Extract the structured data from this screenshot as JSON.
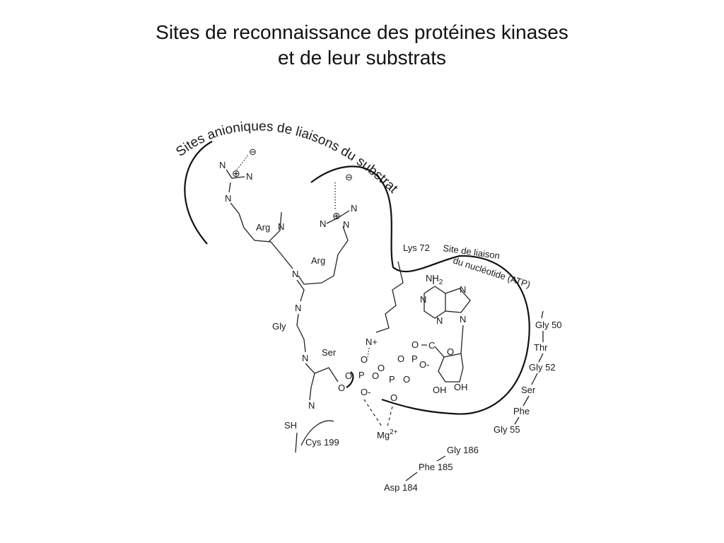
{
  "title": {
    "line1": "Sites de reconnaissance des protéines kinases",
    "line2": "et de leur substrats"
  },
  "arc_label": "Sites anioniques de  liaisons du substrat",
  "residues": {
    "lys72": "Lys 72",
    "arg_left": "Arg",
    "arg_right": "Arg",
    "gly": "Gly",
    "ser": "Ser",
    "sh": "SH",
    "cys199": "Cys 199",
    "mg": "Mg",
    "mg_charge": "2+",
    "nh2": "NH",
    "nh2_sub": "2",
    "oh1": "OH",
    "oh2": "OH"
  },
  "site_label": {
    "line1": "Site de liaison",
    "line2": "du nucléotide (ATP)"
  },
  "gly_loop": [
    "Gly 50",
    "Thr",
    "Gly 52",
    "Ser",
    "Phe",
    "Gly 55"
  ],
  "dfg": [
    "Gly 186",
    "Phe 185",
    "Asp 184"
  ],
  "atoms": {
    "N": "N",
    "O": "O",
    "P": "P",
    "C": "C",
    "Nplus": "N+",
    "Ominus": "O-",
    "minus": "⊖",
    "plus": "⊕"
  }
}
